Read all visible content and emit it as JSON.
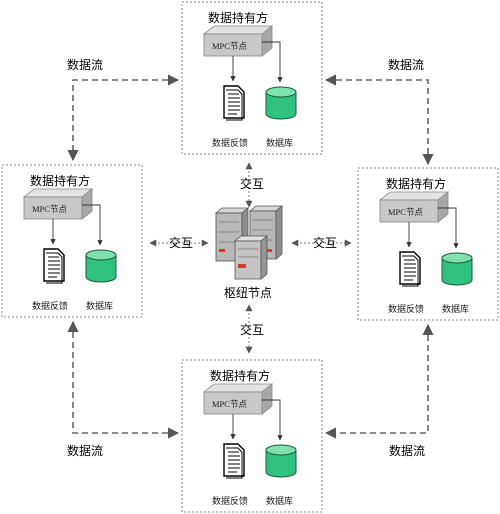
{
  "holder_title": "数据持有方",
  "mpc_label": "MPC节点",
  "feedback_label": "数据反馈",
  "database_label": "数据库",
  "center_label": "枢纽节点",
  "interaction_label": "交互",
  "flow_label": "数据流",
  "colors": {
    "mpc_box": "#c8c8c8",
    "database": "#2ec27e",
    "server_body": "#b8b8b8",
    "server_accent": "#d93a2b",
    "dashed": "#666666",
    "frame": "#8a8a8a"
  }
}
